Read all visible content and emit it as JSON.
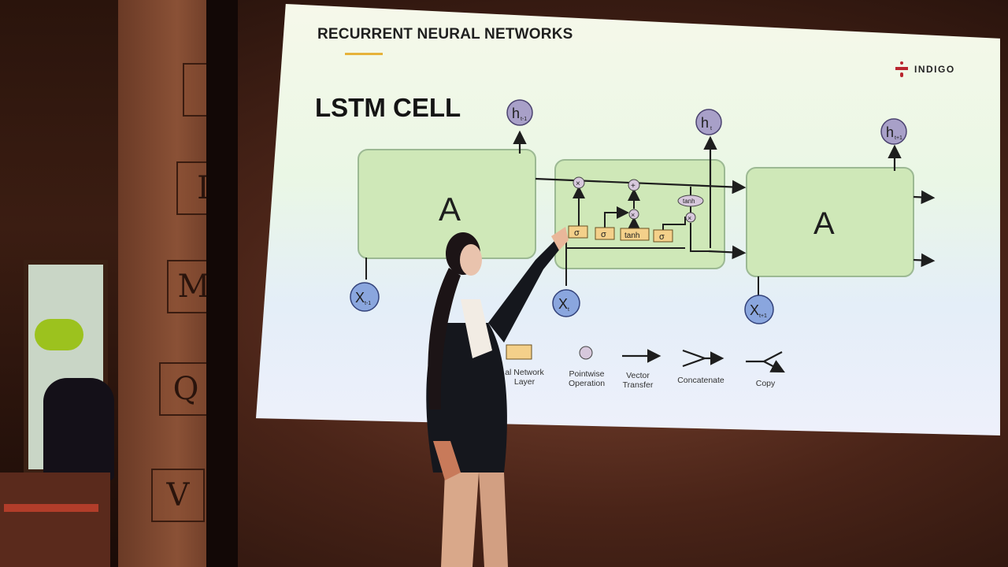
{
  "slide": {
    "section_title": "RECURRENT NEURAL NETWORKS",
    "heading": "LSTM CELL",
    "logo_text": "INDIGO",
    "cells": {
      "left_label": "A",
      "right_label": "A",
      "gates": [
        "σ",
        "σ",
        "tanh",
        "σ"
      ],
      "tanh_op": "tanh",
      "ops": [
        "×",
        "+",
        "×",
        "×"
      ]
    },
    "outputs": {
      "h_prev": {
        "main": "h",
        "sub": "t-1"
      },
      "h_curr": {
        "main": "h",
        "sub": "t"
      },
      "h_next": {
        "main": "h",
        "sub": "t+1"
      }
    },
    "inputs": {
      "x_prev": {
        "main": "X",
        "sub": "t-1"
      },
      "x_curr": {
        "main": "X",
        "sub": "t"
      },
      "x_next": {
        "main": "X",
        "sub": "t+1"
      }
    },
    "legend": [
      {
        "label_line1": "al Network",
        "label_line2": "Layer"
      },
      {
        "label_line1": "Pointwise",
        "label_line2": "Operation"
      },
      {
        "label_line1": "Vector",
        "label_line2": "Transfer"
      },
      {
        "label_line1": "Concatenate",
        "label_line2": ""
      },
      {
        "label_line1": "Copy",
        "label_line2": ""
      }
    ],
    "colors": {
      "accent": "#e6b23a",
      "cell": "#cfe8b8",
      "node": "#a8a0c8",
      "input": "#8aa6de",
      "brand": "#b9262f"
    }
  }
}
